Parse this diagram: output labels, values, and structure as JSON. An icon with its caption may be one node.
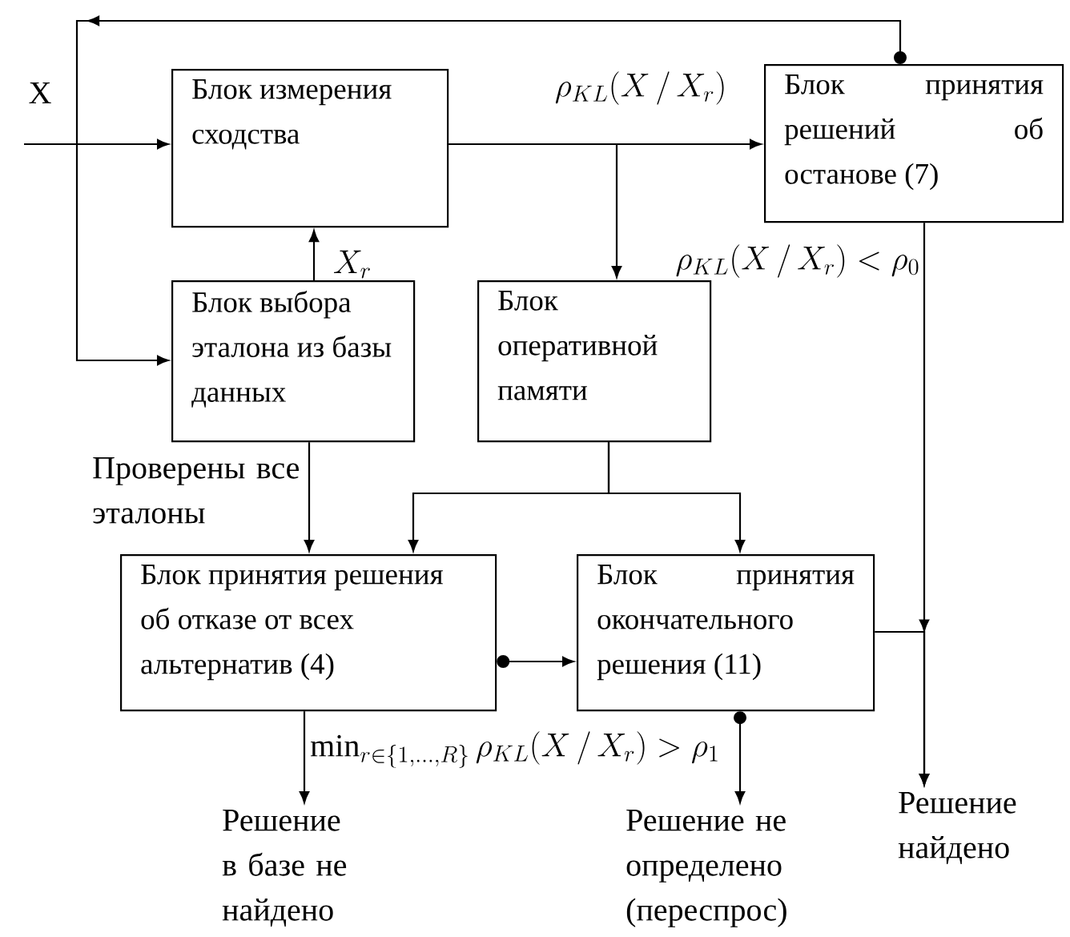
{
  "diagram": {
    "nodes": [
      {
        "text": [
          "Блок измерения сходства"
        ]
      },
      {
        "text": [
          "Блок принятия решений об останове (7)"
        ]
      },
      {
        "text": [
          "Блок выбора эталона из базы данных"
        ]
      },
      {
        "text": [
          "Блок оперативной памяти"
        ]
      },
      {
        "text": [
          "Блок принятия решения об отказе от всех альтернатив (4)"
        ]
      },
      {
        "text": [
          "Блок принятия окончательного решения (11)"
        ]
      },
      {
        "text": [
          "Решение в базе не найдено"
        ]
      },
      {
        "text": [
          "Решение не определено (переспрос)"
        ]
      },
      {
        "text": [
          "Решение найдено"
        ]
      }
    ],
    "edges": [
      {
        "from": null,
        "to": 0,
        "arrow": "to",
        "label": "X"
      },
      {
        "from": 0,
        "to": 1,
        "arrow": "to",
        "label": "\\rho_{KL}(X\\,/\\,X_{r})"
      },
      {
        "from": 0,
        "to": 3,
        "arrow": "to"
      },
      {
        "from": 2,
        "to": 0,
        "arrow": "to",
        "label": "X_{r}"
      },
      {
        "from": 1,
        "to": 2,
        "arrow": "to"
      },
      {
        "from": 2,
        "to": 4,
        "arrow": "to",
        "label": "Проверены все эталоны"
      },
      {
        "from": 3,
        "to": 4,
        "arrow": "to"
      },
      {
        "from": 3,
        "to": 5,
        "arrow": "to"
      },
      {
        "from": 4,
        "to": 5,
        "arrow": "to"
      },
      {
        "from": 4,
        "to": 6,
        "arrow": "to",
        "label": "\\min_{r\\in\\{1,\\ldots,R\\}}\\rho_{KL}(X\\,/\\,X_{r})>\\rho_{1}"
      },
      {
        "from": 5,
        "to": 7,
        "arrow": "to"
      },
      {
        "from": 1,
        "to": 8,
        "arrow": "to",
        "label": "\\rho_{KL}(X\\,/\\,X_{r})<\\rho_{0}"
      },
      {
        "from": 5,
        "to": 8,
        "arrow": "to"
      }
    ]
  }
}
